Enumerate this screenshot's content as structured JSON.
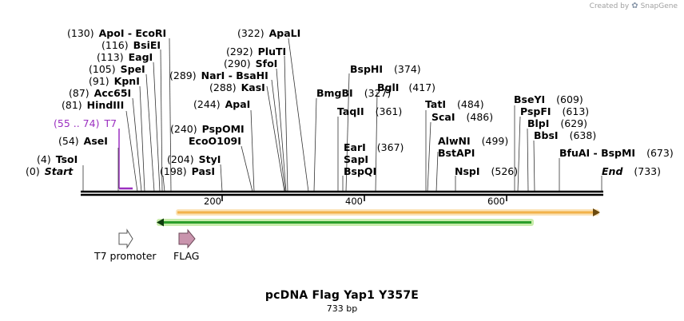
{
  "brand": {
    "prefix": "Created by",
    "name": "SnapGene"
  },
  "plasmid": {
    "name": "pcDNA Flag Yap1 Y357E",
    "length_label": "733 bp"
  },
  "ruler": {
    "ticks": [
      "200",
      "400",
      "600"
    ]
  },
  "sites": [
    {
      "pos": "(0)",
      "name": "Start",
      "italic": true
    },
    {
      "pos": "(4)",
      "name": "TsoI"
    },
    {
      "pos": "(54)",
      "name": "AseI"
    },
    {
      "pos": "(55 .. 74)",
      "name": "T7",
      "primer": true
    },
    {
      "pos": "(81)",
      "name": "HindIII"
    },
    {
      "pos": "(87)",
      "name": "Acc65I"
    },
    {
      "pos": "(91)",
      "name": "KpnI"
    },
    {
      "pos": "(105)",
      "name": "SpeI"
    },
    {
      "pos": "(113)",
      "name": "EagI"
    },
    {
      "pos": "(116)",
      "name": "BsiEI"
    },
    {
      "pos": "(130)",
      "name": "ApoI  - EcoRI"
    },
    {
      "pos": "(198)",
      "name": "PasI"
    },
    {
      "pos": "(204)",
      "name": "StyI"
    },
    {
      "pos": "",
      "name": "EcoO109I"
    },
    {
      "pos": "(240)",
      "name": "PspOMI"
    },
    {
      "pos": "(244)",
      "name": "ApaI"
    },
    {
      "pos": "(288)",
      "name": "KasI"
    },
    {
      "pos": "(289)",
      "name": "NarI  - BsaHI"
    },
    {
      "pos": "(290)",
      "name": "SfoI"
    },
    {
      "pos": "(292)",
      "name": "PluTI"
    },
    {
      "pos": "(322)",
      "name": "ApaLI"
    },
    {
      "pos": "(327)",
      "name": "BmgBI"
    },
    {
      "pos": "(374)",
      "name": "BspHI"
    },
    {
      "pos": "(417)",
      "name": "BglI"
    },
    {
      "pos": "(361)",
      "name": "TaqII"
    },
    {
      "pos": "(367)",
      "name": "EarI"
    },
    {
      "pos": "",
      "name": "SapI"
    },
    {
      "pos": "",
      "name": "BspQI"
    },
    {
      "pos": "(484)",
      "name": "TatI"
    },
    {
      "pos": "(486)",
      "name": "ScaI"
    },
    {
      "pos": "(499)",
      "name": "AlwNI"
    },
    {
      "pos": "",
      "name": "BstAPI"
    },
    {
      "pos": "(526)",
      "name": "NspI"
    },
    {
      "pos": "(609)",
      "name": "BseYI"
    },
    {
      "pos": "(613)",
      "name": "PspFI"
    },
    {
      "pos": "(629)",
      "name": "BlpI"
    },
    {
      "pos": "(638)",
      "name": "BbsI"
    },
    {
      "pos": "(673)",
      "name": "BfuAI  - BspMI"
    },
    {
      "pos": "(733)",
      "name": "End",
      "italic": true
    }
  ],
  "features": [
    {
      "name": "T7 promoter",
      "color": "#ffffff",
      "stroke": "#555555"
    },
    {
      "name": "FLAG",
      "color": "#c994ad",
      "stroke": "#6d4a5a"
    }
  ],
  "colors": {
    "orange_bar": "#f2b24a",
    "orange_glow": "#fbe3b8",
    "green_bar": "#2b9f2b",
    "green_glow": "#c9ecab",
    "primer": "#9b2fc0"
  }
}
